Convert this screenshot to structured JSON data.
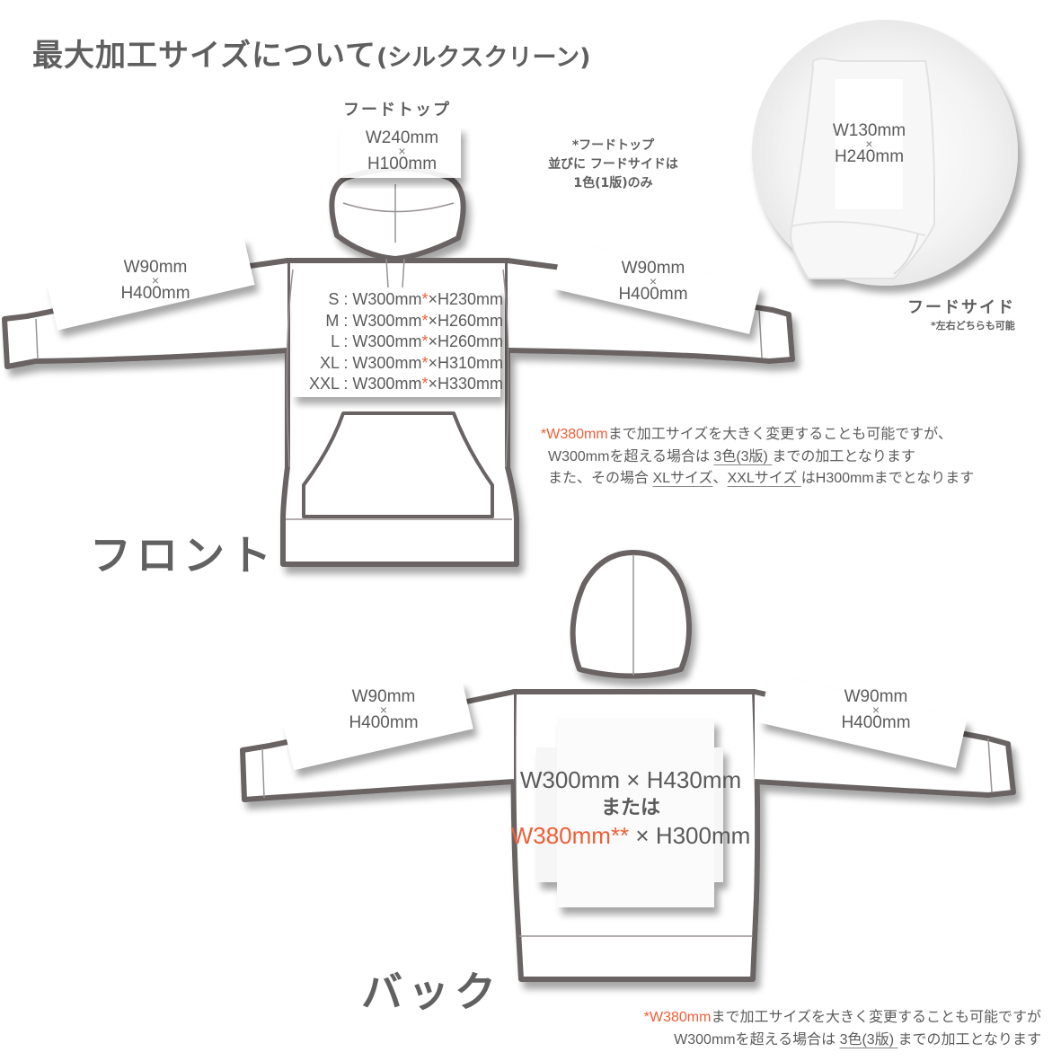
{
  "title": {
    "main": "最大加工サイズについて",
    "sub": "(シルクスクリーン)"
  },
  "colors": {
    "text": "#5a5a5a",
    "accent": "#ee5e36",
    "outline": "#6b6363",
    "circle_bg": "#f2f2f2"
  },
  "front": {
    "label": "フロント",
    "hood_top": {
      "heading": "フードトップ",
      "width": "W240mm",
      "times": "×",
      "height": "H100mm"
    },
    "hood_note": {
      "line1": "*フードトップ",
      "line2": "並びに フードサイドは",
      "line3": "1色(1版)のみ"
    },
    "left_sleeve": {
      "width": "W90mm",
      "times": "×",
      "height": "H400mm"
    },
    "right_sleeve": {
      "width": "W90mm",
      "times": "×",
      "height": "H400mm"
    },
    "body_sizes": [
      {
        "size": "S",
        "sep": " : ",
        "width": "W300mm",
        "ast": "*",
        "times": "×",
        "height": "H230mm"
      },
      {
        "size": "M",
        "sep": " : ",
        "width": "W300mm",
        "ast": "*",
        "times": "×",
        "height": "H260mm"
      },
      {
        "size": "L",
        "sep": " : ",
        "width": "W300mm",
        "ast": "*",
        "times": "×",
        "height": "H260mm"
      },
      {
        "size": "XL",
        "sep": " : ",
        "width": "W300mm",
        "ast": "*",
        "times": "×",
        "height": "H310mm"
      },
      {
        "size": "XXL",
        "sep": " : ",
        "width": "W300mm",
        "ast": "*",
        "times": "×",
        "height": "H330mm"
      }
    ],
    "remark": {
      "line1_accent": "*W380mm",
      "line1_rest": "まで加工サイズを大きく変更することも可能ですが、",
      "line2_a": "W300mmを超える場合は ",
      "line2_u": "3色(3版) ",
      "line2_b": "までの加工となります",
      "line3_a": "また、その場合 ",
      "line3_u1": "XLサイズ",
      "line3_b": "、",
      "line3_u2": "XXLサイズ ",
      "line3_c": "はH300mmまでとなります"
    }
  },
  "hood_side": {
    "heading": "フードサイド",
    "note": "*左右どちらも可能",
    "width": "W130mm",
    "times": "×",
    "height": "H240mm"
  },
  "back": {
    "label": "バック",
    "left_sleeve": {
      "width": "W90mm",
      "times": "×",
      "height": "H400mm"
    },
    "right_sleeve": {
      "width": "W90mm",
      "times": "×",
      "height": "H400mm"
    },
    "body": {
      "option1": "W300mm × H430mm",
      "or": "または",
      "option2_accent": "W380mm**",
      "option2_rest": " × H300mm"
    },
    "remark": {
      "line1_accent": "*W380mm",
      "line1_rest": "まで加工サイズを大きく変更することも可能ですが",
      "line2_a": "W300mmを超える場合は ",
      "line2_u": "3色(3版) ",
      "line2_b": "までの加工となります"
    }
  }
}
